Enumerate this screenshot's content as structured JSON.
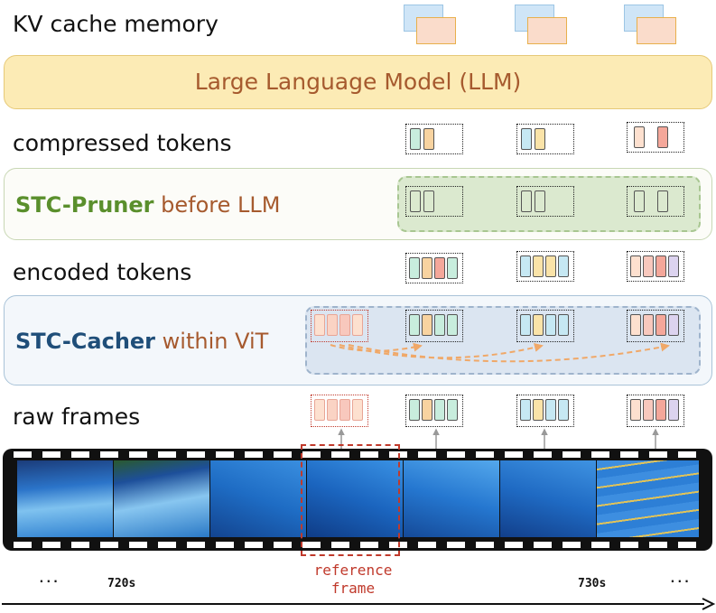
{
  "labels": {
    "kv_cache": "KV cache memory",
    "compressed": "compressed tokens",
    "encoded": "encoded tokens",
    "raw": "raw frames"
  },
  "llm": {
    "title": "Large Language Model (LLM)"
  },
  "pruner": {
    "name": "STC-Pruner",
    "rest": " before LLM"
  },
  "cacher": {
    "name": "STC-Cacher",
    "rest": " within ViT"
  },
  "reference": {
    "line1": "reference",
    "line2": "frame"
  },
  "timeline": {
    "ellipsis_left": "...",
    "t1": "720s",
    "t2": "730s",
    "ellipsis_right": "..."
  },
  "colors": {
    "llm_fill": "#fcebb5",
    "llm_text": "#a65a2e",
    "pruner_name": "#5a8f2c",
    "cacher_name": "#1f4e79",
    "reference_red": "#c0392b",
    "arrow_orange": "#f0a868"
  }
}
